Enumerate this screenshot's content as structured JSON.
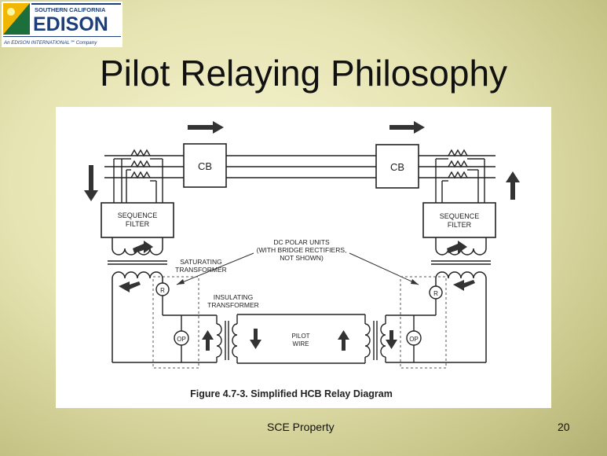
{
  "logo": {
    "line1": "SOUTHERN CALIFORNIA",
    "line2": "EDISON",
    "line3": "An EDISON INTERNATIONAL℠ Company"
  },
  "slide": {
    "title": "Pilot Relaying Philosophy",
    "footer_left": "SCE Property",
    "page_number": "20"
  },
  "diagram": {
    "cb_left": "CB",
    "cb_right": "CB",
    "seq_filter_left": [
      "SEQUENCE",
      "FILTER"
    ],
    "seq_filter_right": [
      "SEQUENCE",
      "FILTER"
    ],
    "dc_polar": [
      "DC POLAR UNITS",
      "(WITH BRIDGE RECTIFIERS,",
      "NOT SHOWN)"
    ],
    "saturating": [
      "SATURATING",
      "TRANSFORMER"
    ],
    "insulating": [
      "INSULATING",
      "TRANSFORMER"
    ],
    "pilot": [
      "PILOT",
      "WIRE"
    ],
    "r_left": "R",
    "r_right": "R",
    "op_left": "OP",
    "op_right": "OP",
    "caption": "Figure 4.7-3. Simplified HCB Relay Diagram"
  }
}
